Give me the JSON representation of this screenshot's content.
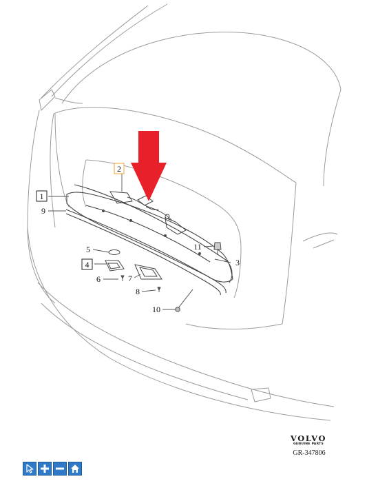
{
  "callouts": {
    "c1": "1",
    "c2": "2",
    "c3": "3",
    "c4": "4",
    "c5": "5",
    "c6": "6",
    "c7": "7",
    "c8": "8",
    "c9": "9",
    "c10": "10",
    "c11": "11"
  },
  "accent_colors": {
    "arrow": "#e8202a",
    "highlight_box": "#f0a030"
  },
  "brand": {
    "name": "VOLVO",
    "subtitle": "GENUINE PARTS"
  },
  "reference": "GR-347806",
  "toolbar": {
    "buttons": [
      {
        "icon": "pointer-icon"
      },
      {
        "icon": "zoom-in-icon"
      },
      {
        "icon": "zoom-out-icon"
      },
      {
        "icon": "home-icon"
      }
    ]
  }
}
